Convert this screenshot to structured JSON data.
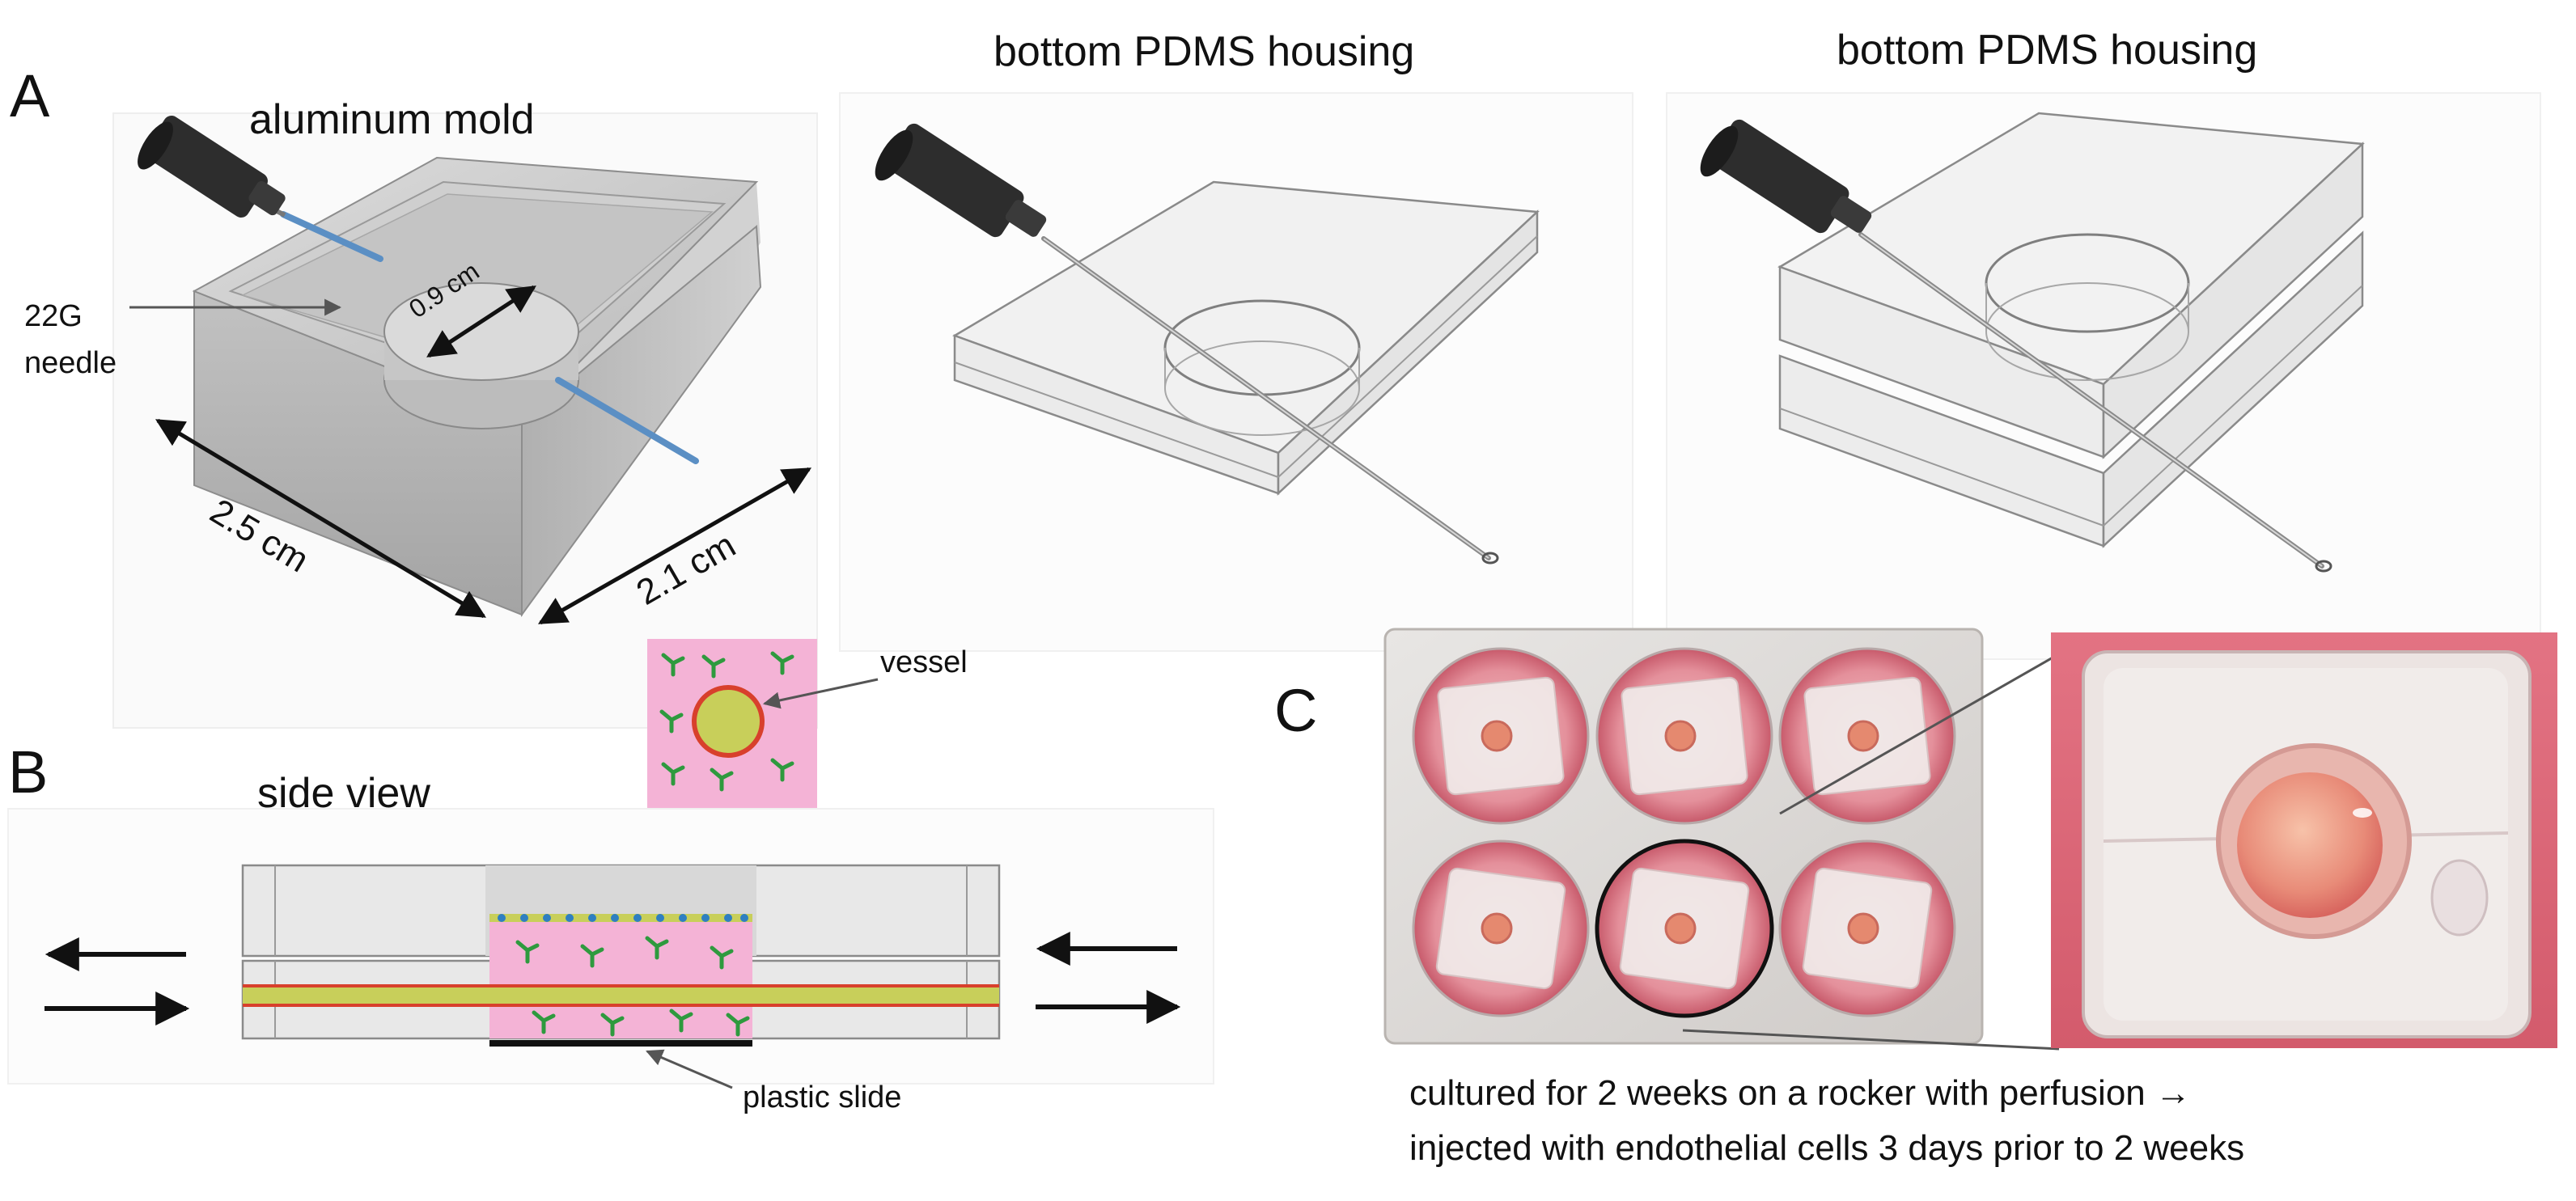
{
  "panels": {
    "a": {
      "letter": "A",
      "mold_title": "aluminum mold",
      "needle_label_line1": "22G",
      "needle_label_line2": "needle",
      "dim_inner": "0.9 cm",
      "dim_length": "2.5 cm",
      "dim_width": "2.1 cm",
      "housing_title_1": "bottom PDMS housing",
      "housing_title_2": "bottom PDMS housing"
    },
    "b": {
      "letter": "B",
      "title": "side view",
      "vessel_label": "vessel",
      "slide_label": "plastic slide"
    },
    "c": {
      "letter": "C",
      "caption_line1": "cultured for 2 weeks on a rocker with perfusion →",
      "caption_line2": "injected with endothelial cells 3 days prior to 2 weeks"
    }
  },
  "colors": {
    "aluminum": "#c8c8c8",
    "pdms_outline": "#8a8a8a",
    "needle_blue": "#5b8fc4",
    "channel_yellow": "#c8cf5a",
    "channel_red": "#d8402c",
    "gel_pink": "#f4b3d6",
    "cell_green": "#2e9a3e",
    "media_pink": "#d9707e"
  }
}
